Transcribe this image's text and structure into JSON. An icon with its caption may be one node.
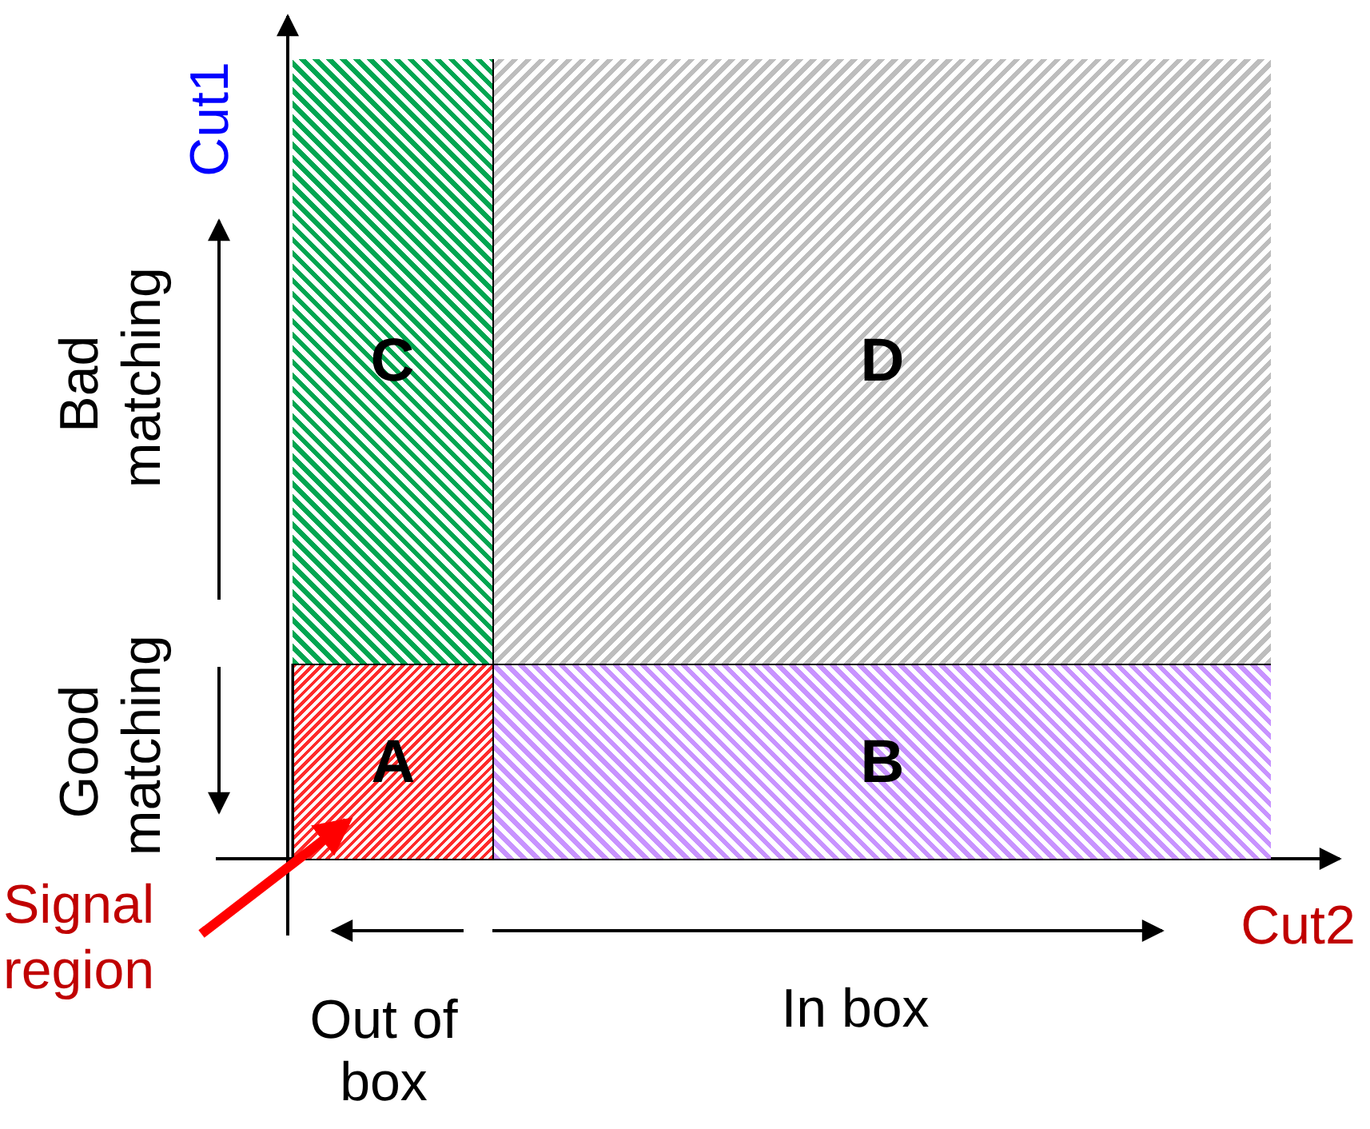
{
  "diagram": {
    "nodes": [
      {
        "text": [
          "C"
        ]
      },
      {
        "text": [
          "D"
        ]
      },
      {
        "text": [
          "A"
        ]
      },
      {
        "text": [
          "B"
        ]
      },
      {
        "text": [
          "Signal region"
        ]
      }
    ],
    "edges": [
      {
        "from": 4,
        "to": 2,
        "arrow": "to",
        "color": "#ff0000"
      }
    ],
    "labels": [
      "Cut1",
      "Bad matching",
      "Good matching",
      "Cut2",
      "Out of box",
      "In box"
    ]
  }
}
